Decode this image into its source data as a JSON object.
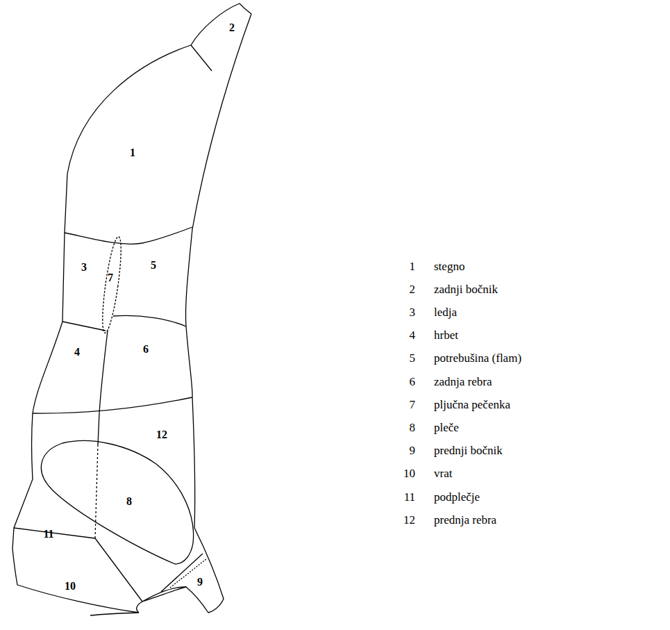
{
  "diagram": {
    "labels": [
      "2",
      "1",
      "3",
      "7",
      "5",
      "4",
      "6",
      "12",
      "8",
      "11",
      "9",
      "10",
      "1",
      "stegno",
      "2",
      "zadnji bočnik",
      "3",
      "ledja",
      "4",
      "hrbet",
      "5",
      "potrebušina (flam)",
      "6",
      "zadnja rebra",
      "7",
      "pljučna pečenka",
      "8",
      "pleče",
      "9",
      "prednji bočnik",
      "10",
      "vrat",
      "11",
      "podplečje",
      "12",
      "prednja rebra"
    ]
  }
}
